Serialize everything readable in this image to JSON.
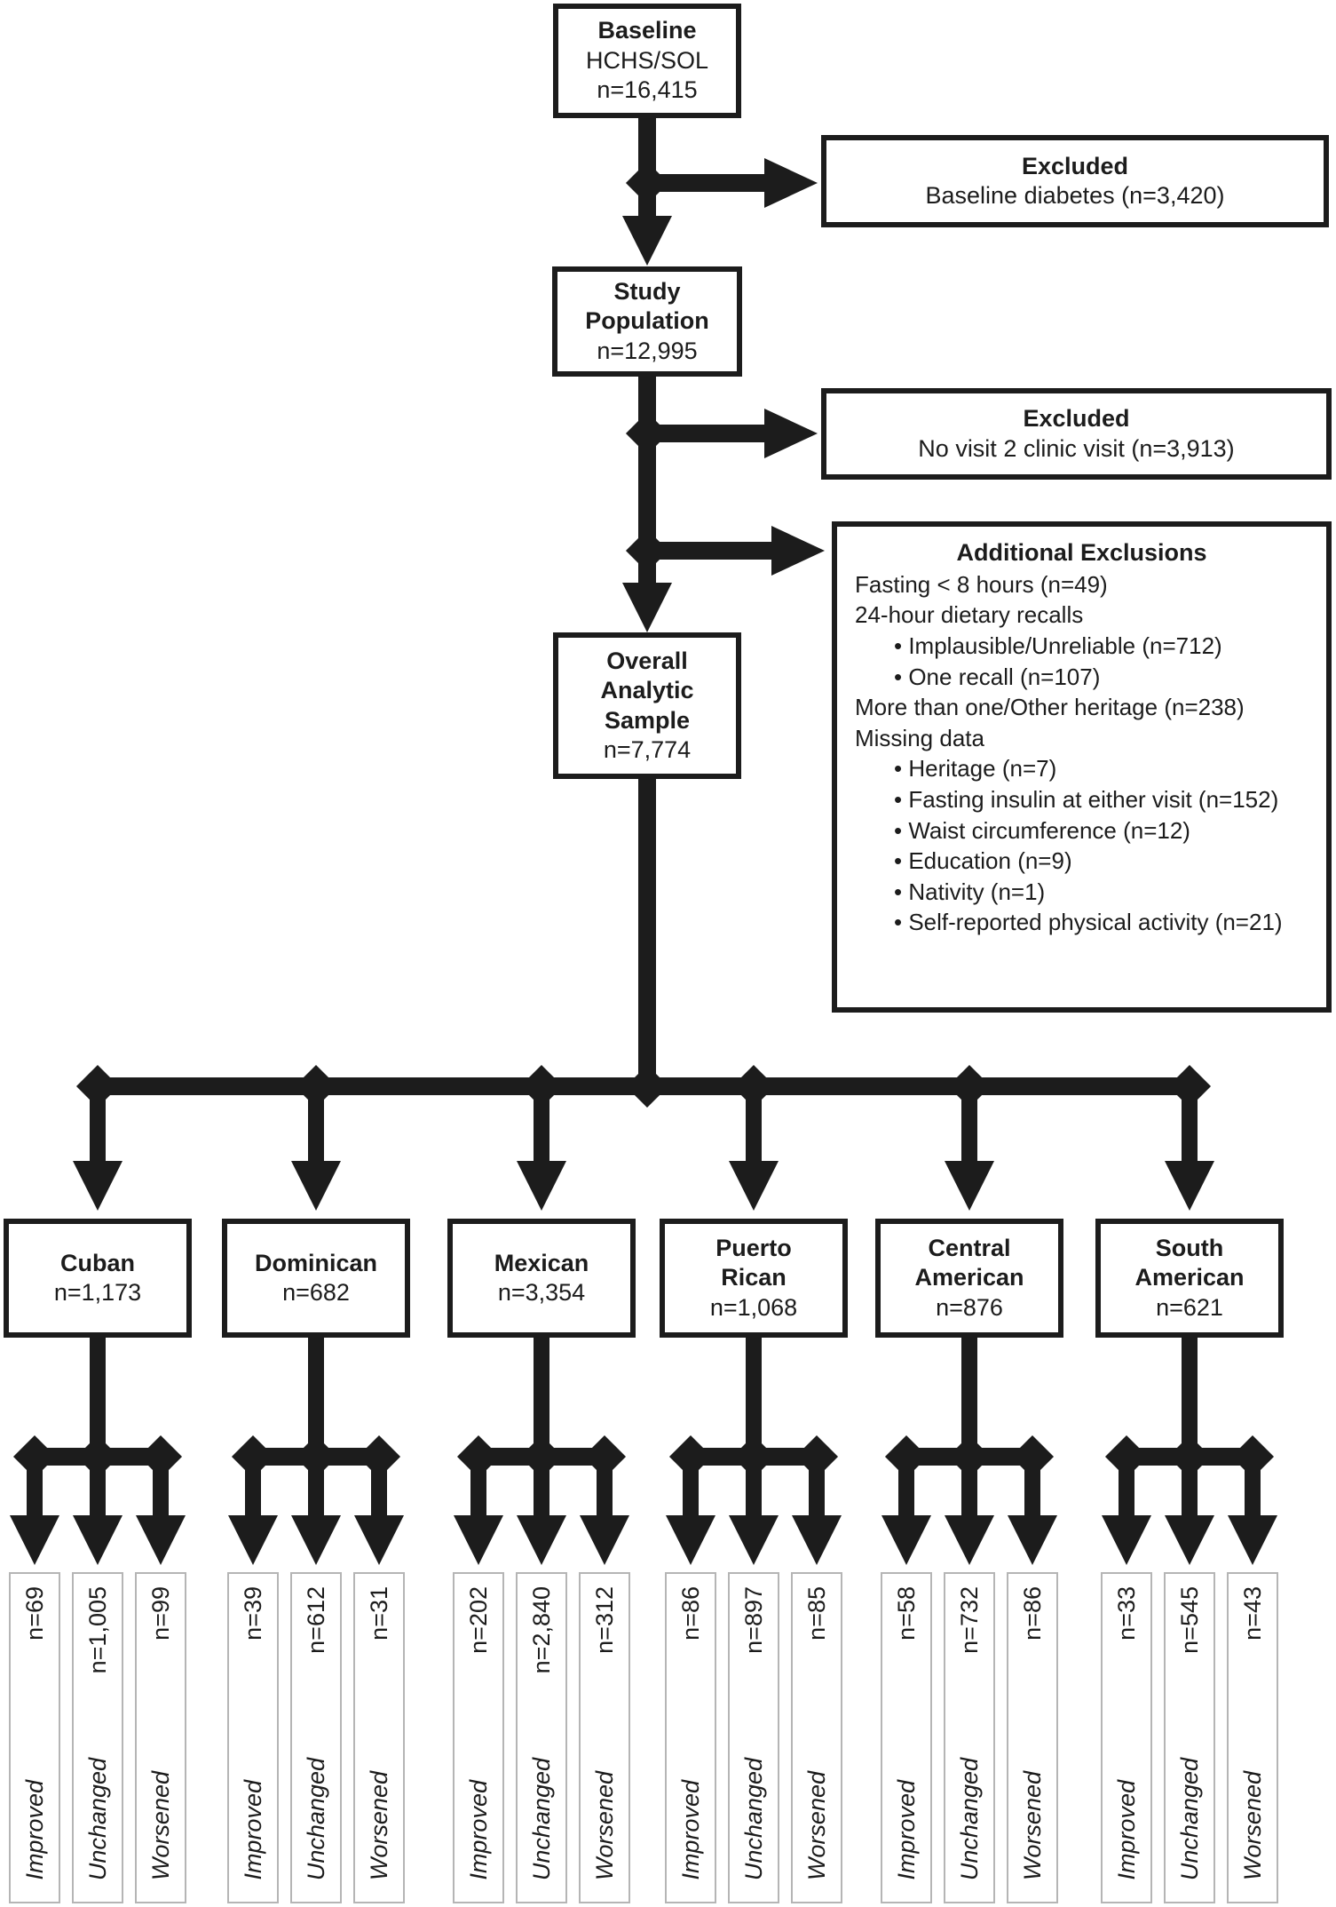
{
  "diagram": {
    "baseline": {
      "line1": "Baseline",
      "line2": "HCHS/SOL",
      "line3": "n=16,415"
    },
    "excluded_baseline": {
      "title": "Excluded",
      "detail": "Baseline diabetes (n=3,420)"
    },
    "study_population": {
      "line1": "Study",
      "line2": "Population",
      "line3": "n=12,995"
    },
    "excluded_visit2": {
      "title": "Excluded",
      "detail": "No visit 2 clinic visit (n=3,913)"
    },
    "additional_exclusions": {
      "title": "Additional Exclusions",
      "items": [
        {
          "text": "Fasting < 8 hours (n=49)",
          "indent": false
        },
        {
          "text": "24-hour dietary recalls",
          "indent": false
        },
        {
          "text": "• Implausible/Unreliable (n=712)",
          "indent": true
        },
        {
          "text": "• One recall (n=107)",
          "indent": true
        },
        {
          "text": "More than one/Other heritage (n=238)",
          "indent": false
        },
        {
          "text": "Missing data",
          "indent": false
        },
        {
          "text": "• Heritage (n=7)",
          "indent": true
        },
        {
          "text": "• Fasting insulin at either visit (n=152)",
          "indent": true
        },
        {
          "text": "• Waist circumference (n=12)",
          "indent": true
        },
        {
          "text": "• Education (n=9)",
          "indent": true
        },
        {
          "text": "• Nativity (n=1)",
          "indent": true
        },
        {
          "text": "• Self-reported physical activity (n=21)",
          "indent": true
        }
      ]
    },
    "analytic_sample": {
      "line1": "Overall",
      "line2": "Analytic",
      "line3": "Sample",
      "line4": "n=7,774"
    },
    "groups": [
      {
        "label": "Cuban",
        "n": "n=1,173",
        "outcomes": [
          {
            "n": "n=69",
            "label": "Improved"
          },
          {
            "n": "n=1,005",
            "label": "Unchanged"
          },
          {
            "n": "n=99",
            "label": "Worsened"
          }
        ]
      },
      {
        "label": "Dominican",
        "n": "n=682",
        "outcomes": [
          {
            "n": "n=39",
            "label": "Improved"
          },
          {
            "n": "n=612",
            "label": "Unchanged"
          },
          {
            "n": "n=31",
            "label": "Worsened"
          }
        ]
      },
      {
        "label": "Mexican",
        "n": "n=3,354",
        "outcomes": [
          {
            "n": "n=202",
            "label": "Improved"
          },
          {
            "n": "n=2,840",
            "label": "Unchanged"
          },
          {
            "n": "n=312",
            "label": "Worsened"
          }
        ]
      },
      {
        "label": "Puerto\nRican",
        "n": "n=1,068",
        "outcomes": [
          {
            "n": "n=86",
            "label": "Improved"
          },
          {
            "n": "n=897",
            "label": "Unchanged"
          },
          {
            "n": "n=85",
            "label": "Worsened"
          }
        ]
      },
      {
        "label": "Central\nAmerican",
        "n": "n=876",
        "outcomes": [
          {
            "n": "n=58",
            "label": "Improved"
          },
          {
            "n": "n=732",
            "label": "Unchanged"
          },
          {
            "n": "n=86",
            "label": "Worsened"
          }
        ]
      },
      {
        "label": "South\nAmerican",
        "n": "n=621",
        "outcomes": [
          {
            "n": "n=33",
            "label": "Improved"
          },
          {
            "n": "n=545",
            "label": "Unchanged"
          },
          {
            "n": "n=43",
            "label": "Worsened"
          }
        ]
      }
    ]
  }
}
